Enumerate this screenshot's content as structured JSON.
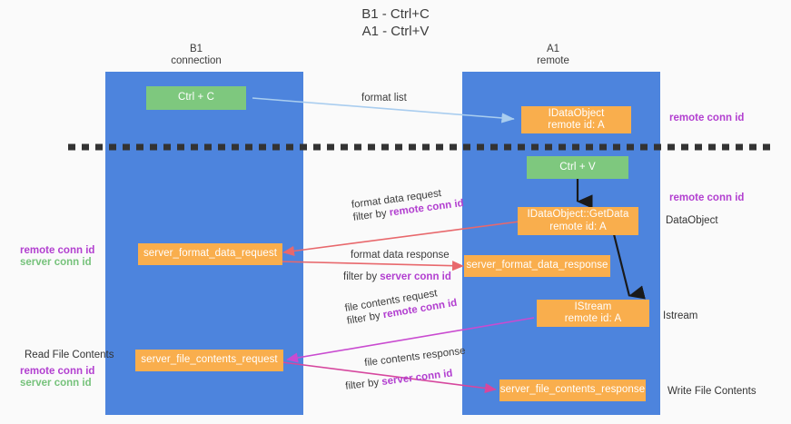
{
  "title": {
    "line1": "B1 - Ctrl+C",
    "line2": "A1 - Ctrl+V"
  },
  "columns": [
    {
      "name": "B1",
      "sub": "connection"
    },
    {
      "name": "A1",
      "sub": "remote"
    }
  ],
  "nodes": {
    "ctrl_c": {
      "label": "Ctrl + C",
      "color": "#7ec87e"
    },
    "idataobject": {
      "line1": "IDataObject",
      "line2": "remote id: A",
      "color": "#f9ae4d"
    },
    "ctrl_v": {
      "label": "Ctrl + V",
      "color": "#7ec87e"
    },
    "getdata": {
      "line1": "IDataObject::GetData",
      "line2": "remote id: A",
      "color": "#f9ae4d"
    },
    "server_format_data_request": {
      "label": "server_format_data_request",
      "color": "#f9ae4d"
    },
    "server_format_data_response": {
      "label": "server_format_data_response",
      "color": "#f9ae4d"
    },
    "istream": {
      "line1": "IStream",
      "line2": "remote id: A",
      "color": "#f9ae4d"
    },
    "server_file_contents_request": {
      "label": "server_file_contents_request",
      "color": "#f9ae4d"
    },
    "server_file_contents_response": {
      "label": "server_file_contents_response",
      "color": "#f9ae4d"
    }
  },
  "right_annotations": [
    {
      "text": "remote conn id",
      "style": "purple"
    },
    {
      "text": "remote conn id",
      "style": "purple"
    },
    {
      "text": "DataObject",
      "style": "plain"
    },
    {
      "text": "Istream",
      "style": "plain"
    },
    {
      "text": "Write File Contents",
      "style": "plain"
    }
  ],
  "left_annotations": [
    {
      "text": "remote conn id",
      "style": "purple"
    },
    {
      "text": "server conn id",
      "style": "green"
    },
    {
      "text": "Read File Contents",
      "style": "plain"
    },
    {
      "text": "remote conn id",
      "style": "purple"
    },
    {
      "text": "server conn id",
      "style": "green"
    }
  ],
  "edges": {
    "format_list": {
      "label": "format list",
      "color": "#a9cdef"
    },
    "format_data_request": {
      "line1": "format data request",
      "line2_prefix": "filter by ",
      "line2_hl": "remote conn id",
      "color": "#e8686c"
    },
    "format_data_response": {
      "line1": "format data response",
      "line2_prefix": "filter by ",
      "line2_hl": "server conn id",
      "color": "#e8686c"
    },
    "file_contents_request": {
      "line1": "file contents request",
      "line2_prefix": "filter by ",
      "line2_hl": "remote conn id",
      "color": "#c94bd0"
    },
    "file_contents_response": {
      "line1": "file contents response",
      "line2_prefix": "filter by ",
      "line2_hl": "server conn id",
      "color": "#d6479e"
    }
  },
  "colors": {
    "lane": "#4d84dd",
    "orange": "#f9ae4d",
    "green": "#7ec87e",
    "divider": "#333333",
    "background": "#fafafa"
  }
}
